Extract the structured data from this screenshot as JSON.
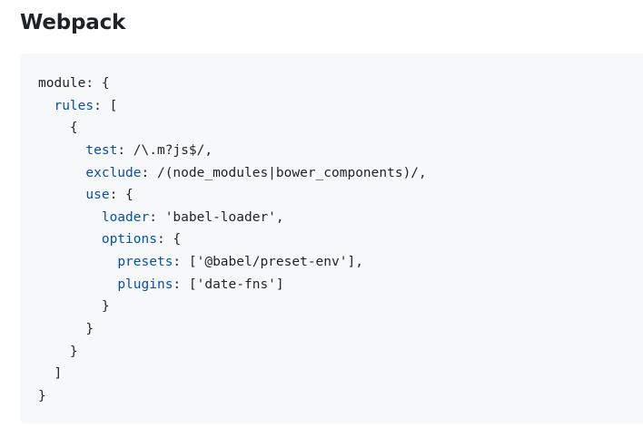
{
  "heading": "Webpack",
  "code": {
    "lines": [
      {
        "indent": "",
        "key": "",
        "rest": "module: {"
      },
      {
        "indent": "  ",
        "key": "rules",
        "rest": ": ["
      },
      {
        "indent": "    ",
        "key": "",
        "rest": "{"
      },
      {
        "indent": "      ",
        "key": "test",
        "rest": ": /\\.m?js$/,"
      },
      {
        "indent": "      ",
        "key": "exclude",
        "rest": ": /(node_modules|bower_components)/,"
      },
      {
        "indent": "      ",
        "key": "use",
        "rest": ": {"
      },
      {
        "indent": "        ",
        "key": "loader",
        "rest": ": 'babel-loader',"
      },
      {
        "indent": "        ",
        "key": "options",
        "rest": ": {"
      },
      {
        "indent": "          ",
        "key": "presets",
        "rest": ": ['@babel/preset-env'],"
      },
      {
        "indent": "          ",
        "key": "plugins",
        "rest": ": ['date-fns']"
      },
      {
        "indent": "        ",
        "key": "",
        "rest": "}"
      },
      {
        "indent": "      ",
        "key": "",
        "rest": "}"
      },
      {
        "indent": "    ",
        "key": "",
        "rest": "}"
      },
      {
        "indent": "  ",
        "key": "",
        "rest": "]"
      },
      {
        "indent": "",
        "key": "",
        "rest": "}"
      }
    ]
  },
  "colors": {
    "text": "#1f2328",
    "key": "#0550ae",
    "code_background": "#f6f8fa"
  }
}
